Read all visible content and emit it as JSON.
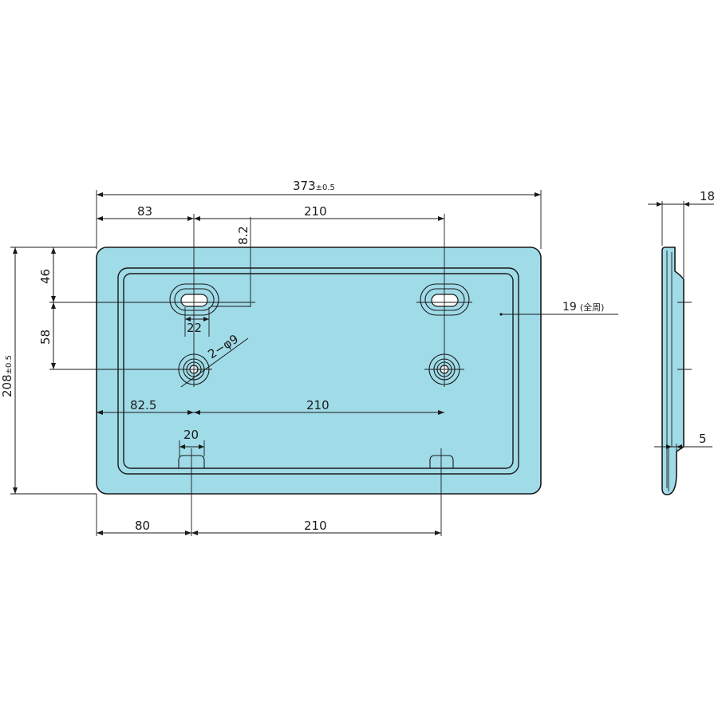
{
  "colors": {
    "plate_fill": "#a0dbe8",
    "line": "#1a1a1a",
    "background": "#ffffff"
  },
  "dimensions": {
    "overall_width": {
      "value": "373",
      "tolerance": "±0.5"
    },
    "overall_height": {
      "value": "208",
      "tolerance": "±0.5"
    },
    "top_left_offset": "83",
    "top_hole_spacing": "210",
    "slot_offset": "8.2",
    "upper_vertical": "46",
    "hole_vertical": "58",
    "slot_width": "22",
    "hole_callout": "2−φ9",
    "middle_left_offset": "82.5",
    "middle_hole_spacing": "210",
    "tab_width": "20",
    "bottom_left_offset": "80",
    "bottom_tab_spacing": "210",
    "rim_note": {
      "value": "19",
      "suffix": "(全周)"
    },
    "side_depth": "18",
    "side_thickness": "5"
  }
}
